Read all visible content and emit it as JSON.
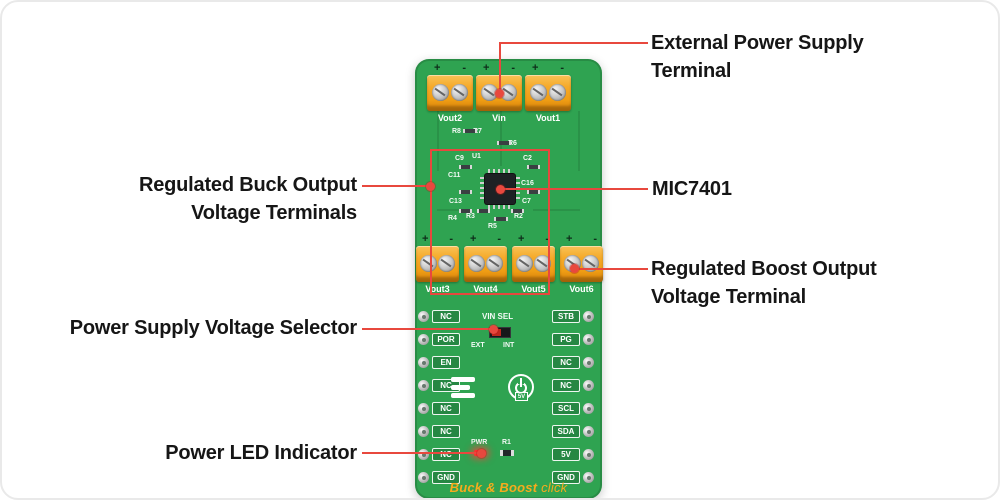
{
  "colors": {
    "board_green": "#2fa351",
    "terminal_orange": "#f4a41c",
    "callout_red": "#e8483e",
    "silkscreen_white": "#ffffff",
    "title_orange": "#f6ab1d"
  },
  "callouts": {
    "external_power": {
      "line1": "External Power Supply",
      "line2": "Terminal"
    },
    "mic7401": {
      "label": "MIC7401"
    },
    "boost": {
      "line1": "Regulated Boost Output",
      "line2": "Voltage Terminal"
    },
    "buck": {
      "line1": "Regulated Buck Output",
      "line2": "Voltage Terminals"
    },
    "selector": {
      "label": "Power Supply Voltage Selector"
    },
    "power_led": {
      "label": "Power LED Indicator"
    }
  },
  "board": {
    "title": {
      "main": "Buck & Boost",
      "suffix": "click"
    },
    "polarity_plus": "+",
    "polarity_minus": "-",
    "top_terminals": [
      "Vout2",
      "Vin",
      "Vout1"
    ],
    "mid_terminals": [
      "Vout3",
      "Vout4",
      "Vout5",
      "Vout6"
    ],
    "left_pins": [
      "NC",
      "POR",
      "EN",
      "NC",
      "NC",
      "NC",
      "NC",
      "GND"
    ],
    "right_pins": [
      "STB",
      "PG",
      "NC",
      "NC",
      "SCL",
      "SDA",
      "5V",
      "GND"
    ],
    "vin_sel": {
      "label": "VIN SEL",
      "ext": "EXT",
      "int": "INT"
    },
    "pwr_label": "PWR",
    "r1_label": "R1",
    "power_5v": "5V",
    "chip_labels": {
      "r8": "R8",
      "r7": "R7",
      "r6": "R6",
      "c9": "C9",
      "u1": "U1",
      "c2": "C2",
      "c11": "C11",
      "c16": "C16",
      "c13": "C13",
      "c7": "C7",
      "r4": "R4",
      "r3": "R3",
      "r2": "R2",
      "r5": "R5"
    }
  }
}
